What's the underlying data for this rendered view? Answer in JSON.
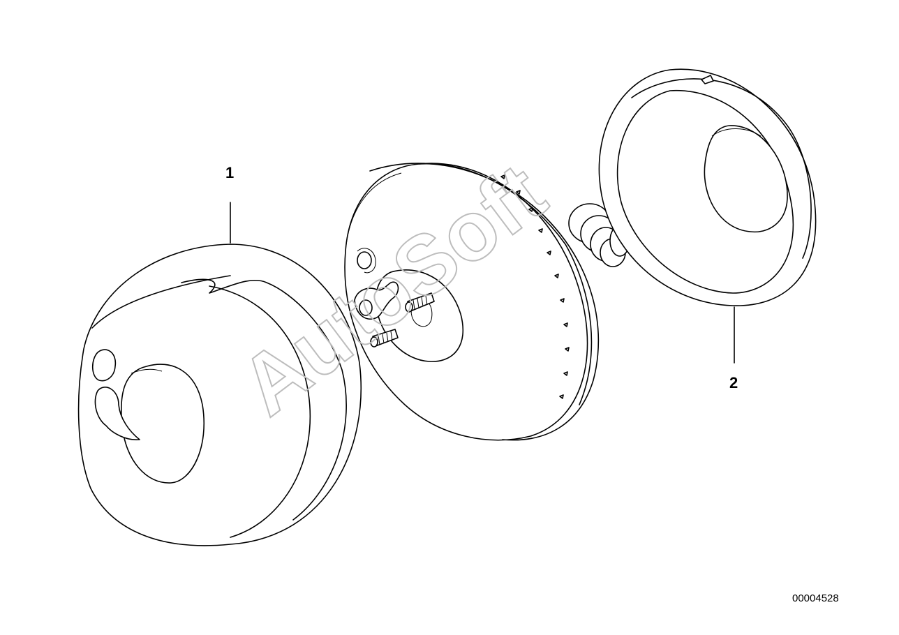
{
  "diagram": {
    "callouts": [
      {
        "id": "1",
        "text": "1"
      },
      {
        "id": "2",
        "text": "2"
      }
    ],
    "reference_number": "00004528",
    "watermark": "AutoSoft"
  }
}
